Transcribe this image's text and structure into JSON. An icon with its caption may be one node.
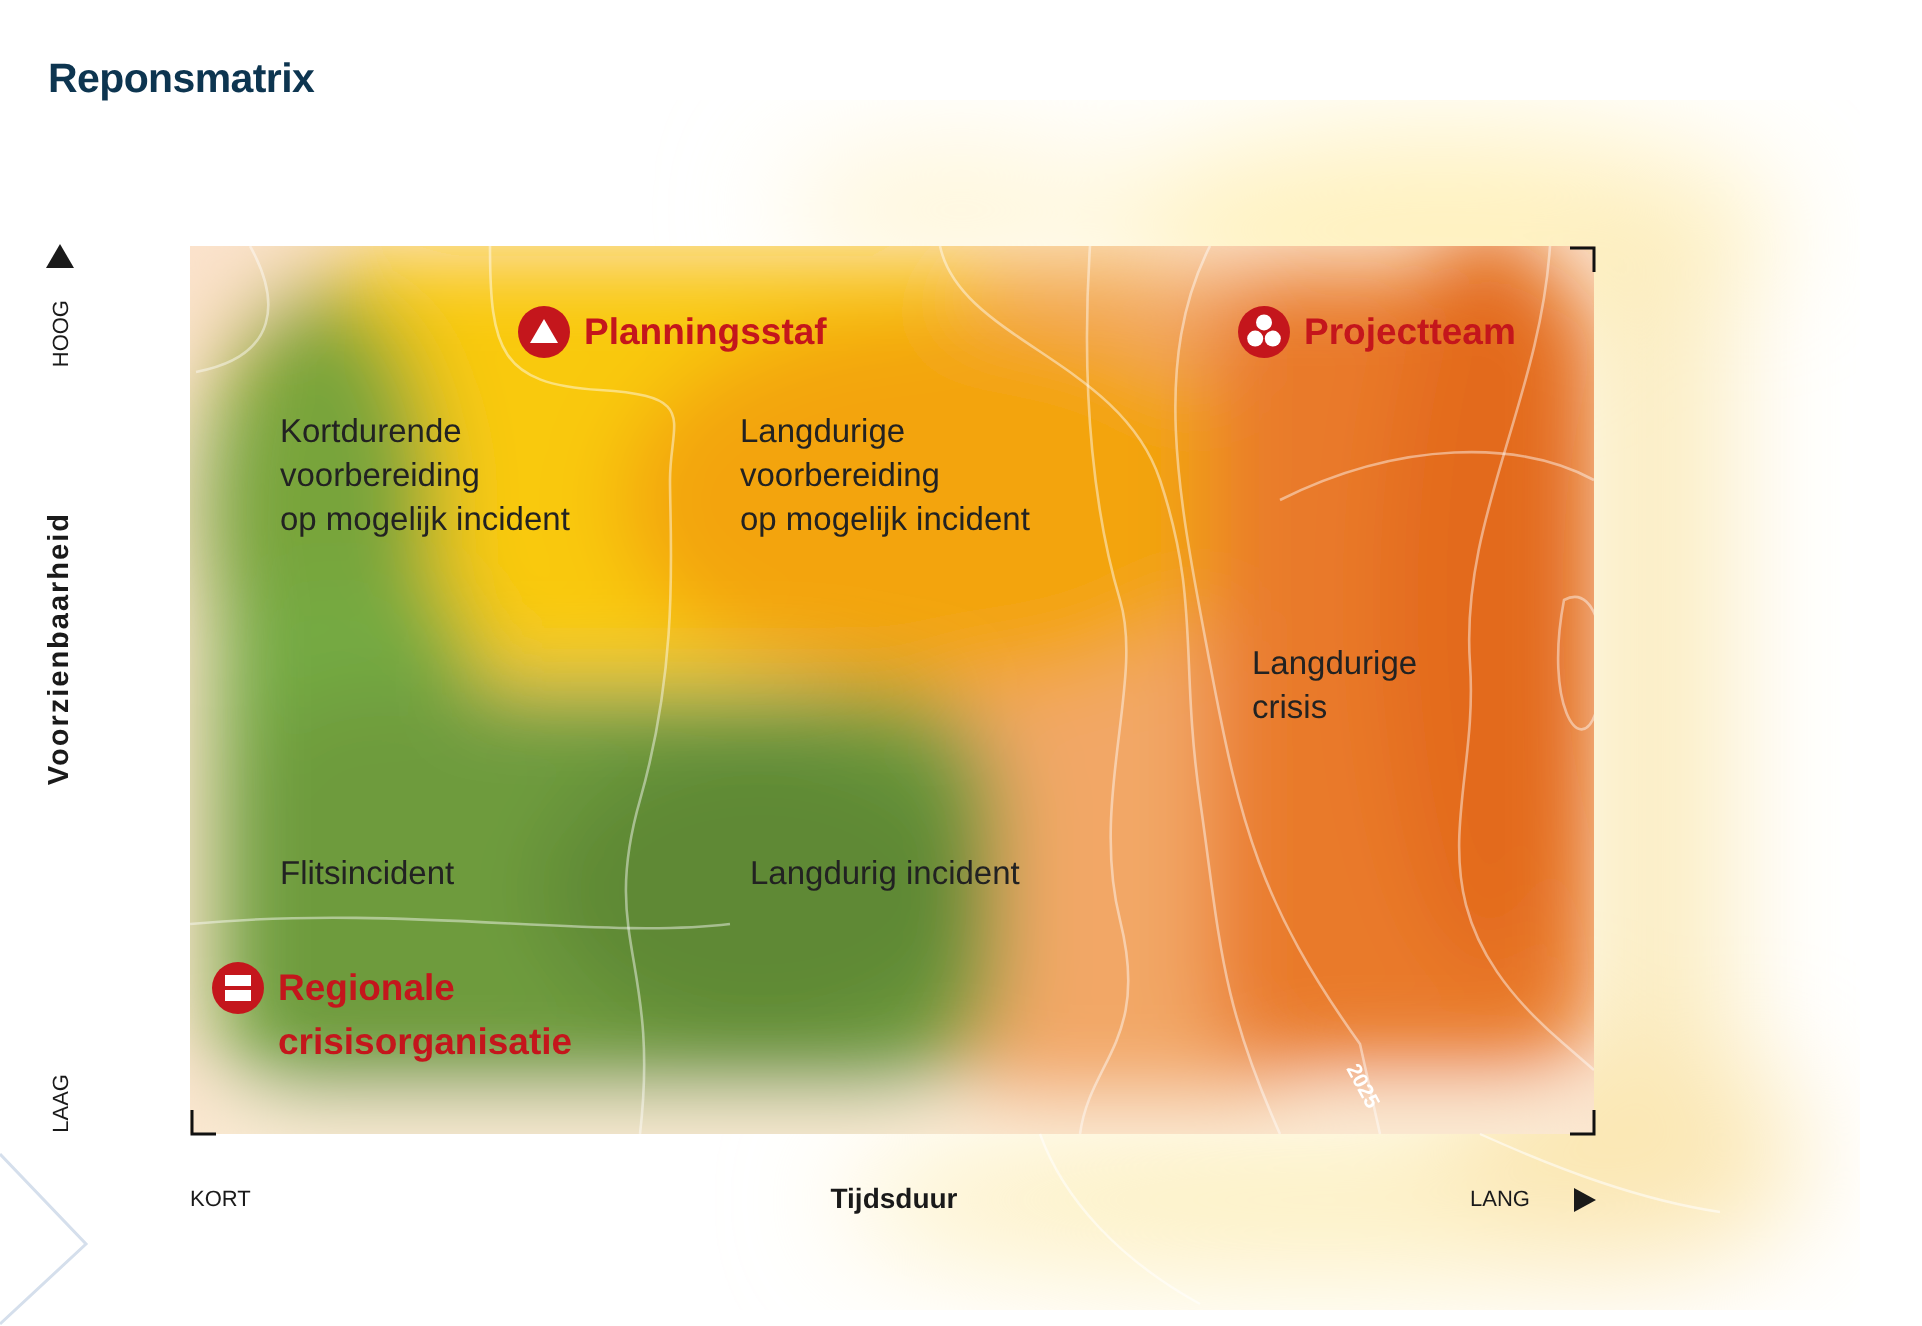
{
  "diagram": {
    "title": "Reponsmatrix",
    "labels": [
      "HOOG",
      "Planningsstaf",
      "Projectteam",
      "Kortdurende voorbereiding op mogelijk incident",
      "Langdurige voorbereiding op mogelijk incident",
      "Voorzienbaarheid",
      "Langdurige crisis",
      "Flitsincident",
      "Langdurig incident",
      "Regionale crisisorganisatie",
      "LAAG",
      "2025",
      "KORT",
      "Tijdsduur",
      "LANG"
    ]
  }
}
